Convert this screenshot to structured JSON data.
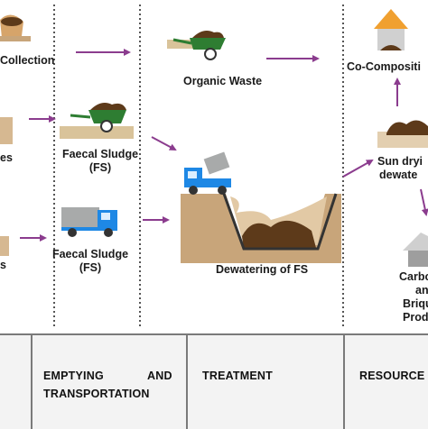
{
  "labels": {
    "collection": "Collection",
    "organic_waste": "Organic Waste",
    "co_composting": "Co-Compositi",
    "left_mid": "es",
    "left_low": "s",
    "fs1_line1": "Faecal Sludge",
    "fs1_line2": "(FS)",
    "fs2_line1": "Faecal Sludge",
    "fs2_line2": "(FS)",
    "sun_line1": "Sun dryi",
    "sun_line2": "dewate",
    "dewatering": "Dewatering of FS",
    "carbon_line1": "Carbon",
    "carbon_line2": "an",
    "carbon_line3": "Briqu",
    "carbon_line4": "Produ"
  },
  "stages": {
    "emptying_line1": "EMPTYING",
    "emptying_and": "AND",
    "emptying_line2": "TRANSPORTATION",
    "treatment": "TREATMENT",
    "resource": "RESOURCE"
  },
  "colors": {
    "arrow": "#8b3c8e",
    "divider": "#555555",
    "cart": "#2e7d32",
    "truck": "#1e88e5",
    "sludge": "#5d3a1a",
    "soil": "#c8a57a",
    "roof": "#f0a030"
  }
}
